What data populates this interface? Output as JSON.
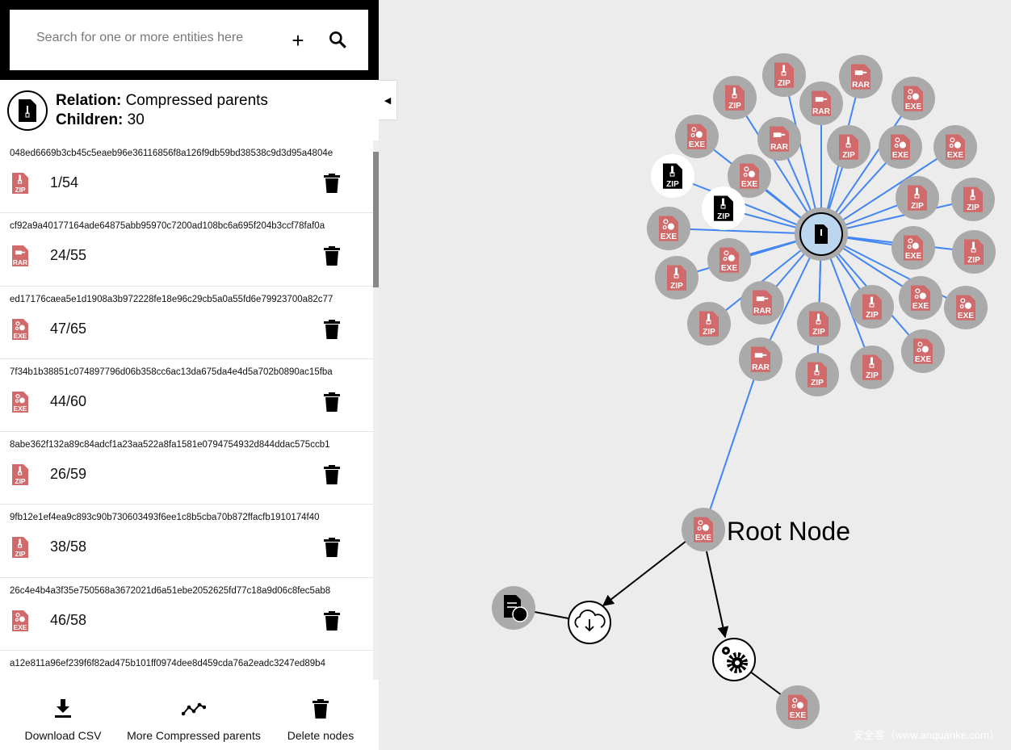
{
  "search": {
    "placeholder": "Search for one or more entities here",
    "add_icon": "plus-icon",
    "search_icon": "search-icon"
  },
  "header": {
    "relation_label": "Relation:",
    "relation_value": "Compressed parents",
    "children_label": "Children:",
    "children_value": "30"
  },
  "items": [
    {
      "hash": "048ed6669b3cb45c5eaeb96e36116856f8a126f9db59bd38538c9d3d95a4804e",
      "type": "ZIP",
      "count": "1/54"
    },
    {
      "hash": "cf92a9a40177164ade64875abb95970c7200ad108bc6a695f204b3ccf78faf0a",
      "type": "RAR",
      "count": "24/55"
    },
    {
      "hash": "ed17176caea5e1d1908a3b972228fe18e96c29cb5a0a55fd6e79923700a82c77",
      "type": "EXE",
      "count": "47/65"
    },
    {
      "hash": "7f34b1b38851c074897796d06b358cc6ac13da675da4e4d5a702b0890ac15fba",
      "type": "EXE",
      "count": "44/60"
    },
    {
      "hash": "8abe362f132a89c84adcf1a23aa522a8fa1581e0794754932d844ddac575ccb1",
      "type": "ZIP",
      "count": "26/59"
    },
    {
      "hash": "9fb12e1ef4ea9c893c90b730603493f6ee1c8b5cba70b872ffacfb1910174f40",
      "type": "ZIP",
      "count": "38/58"
    },
    {
      "hash": "26c4e4b4a3f35e750568a3672021d6a51ebe2052625fd77c18a9d06c8fec5ab8",
      "type": "EXE",
      "count": "46/58"
    },
    {
      "hash": "a12e811a96ef239f6f82ad475b101ff0974dee8d459cda76a2eadc3247ed89b4",
      "type": "",
      "count": ""
    }
  ],
  "footer": {
    "download": "Download CSV",
    "more": "More Compressed parents",
    "delete": "Delete nodes"
  },
  "graph": {
    "root_label": "Root Node",
    "children_types": [
      "ZIP",
      "RAR",
      "ZIP",
      "RAR",
      "EXE",
      "EXE",
      "RAR",
      "ZIP",
      "EXE",
      "EXE",
      "ZIP",
      "EXE",
      "ZIP",
      "ZIP",
      "ZIP",
      "EXE",
      "EXE",
      "EXE",
      "ZIP",
      "ZIP",
      "RAR",
      "EXE",
      "EXE",
      "ZIP",
      "ZIP",
      "ZIP",
      "EXE",
      "RAR",
      "ZIP",
      "ZIP"
    ],
    "root_type": "EXE",
    "leaf_type": "EXE",
    "colors": {
      "file": "#d16b6b",
      "edge": "#4285f4",
      "node_bg": "#aaaaaa",
      "hub": "#bcd6ef"
    }
  },
  "watermark": "安全客（www.anquanke.com）"
}
